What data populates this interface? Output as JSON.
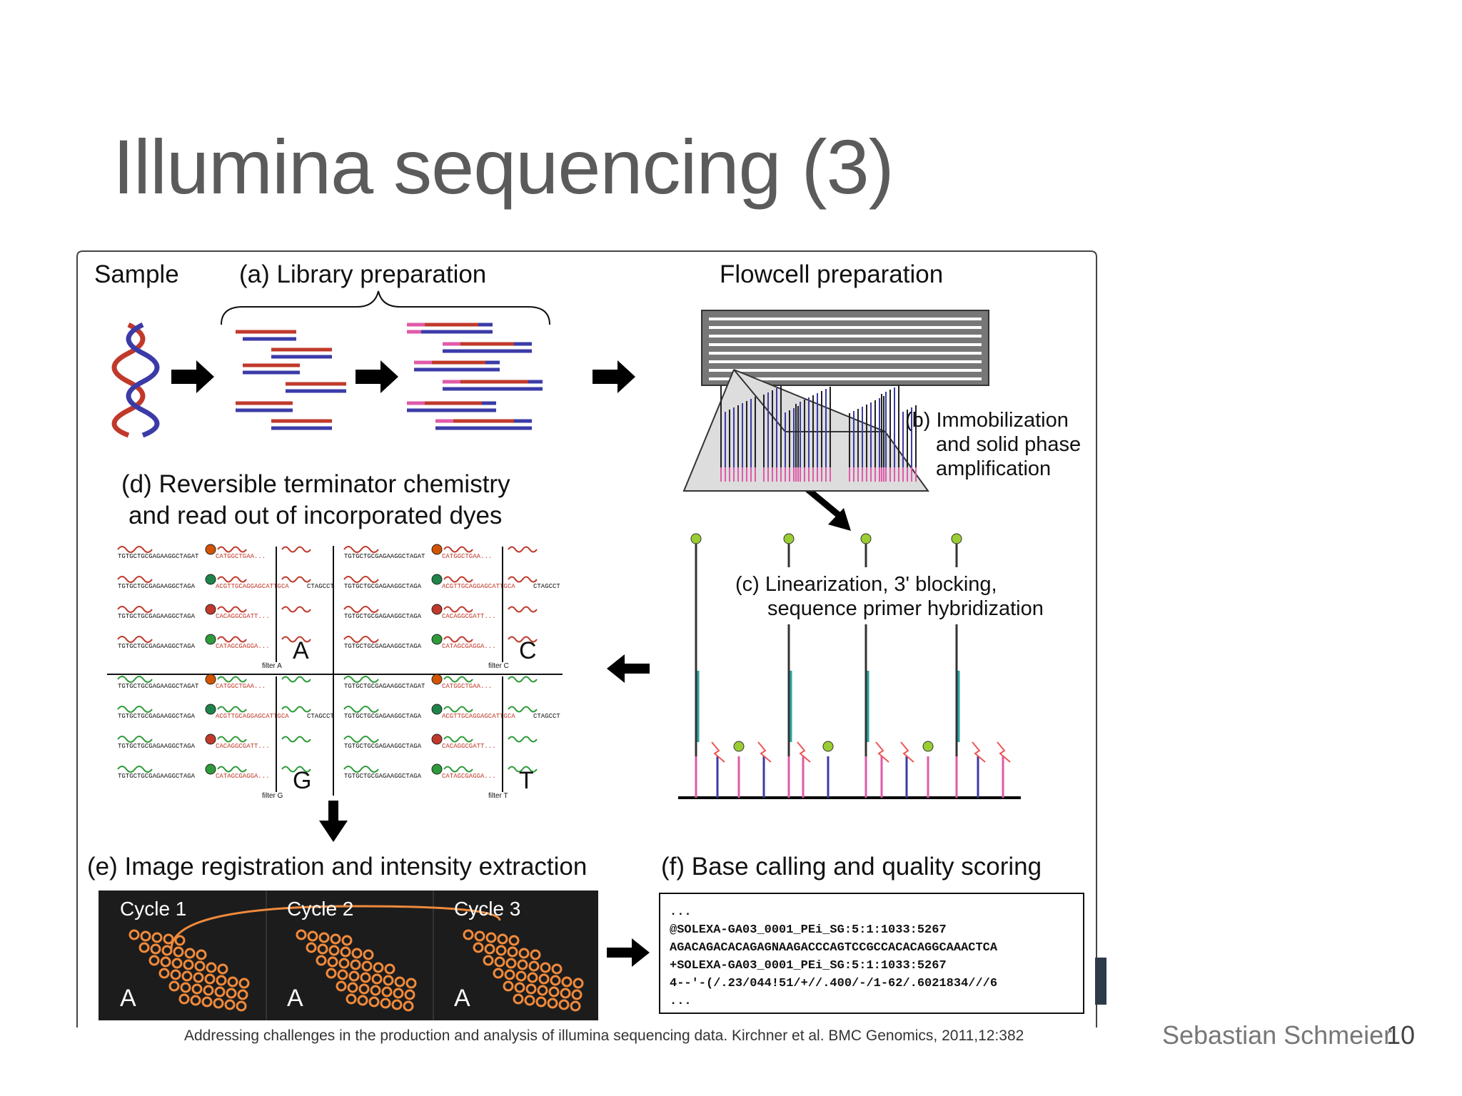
{
  "slide": {
    "title": "Illumina sequencing (3)",
    "author": "Sebastian Schmeier",
    "page_number": "10",
    "citation": "Addressing challenges in the production and analysis of illumina sequencing data. Kirchner et al. BMC Genomics, 2011,12:382"
  },
  "figure": {
    "sample_label": "Sample",
    "library_label": "(a) Library preparation",
    "flowcell_label": "Flowcell preparation",
    "immobilization_label": [
      "(b) Immobilization",
      "and solid phase",
      "amplification"
    ],
    "linearization_label": [
      "(c) Linearization, 3' blocking,",
      "sequence primer hybridization"
    ],
    "terminator_label": [
      "(d) Reversible terminator chemistry",
      "and read out of incorporated dyes"
    ],
    "image_label": "(e) Image registration and intensity extraction",
    "basecall_label": "(f) Base calling and quality scoring",
    "quadrants": [
      {
        "base": "A",
        "filter": "filter A"
      },
      {
        "base": "C",
        "filter": "filter C"
      },
      {
        "base": "G",
        "filter": "filter G"
      },
      {
        "base": "T",
        "filter": "filter T"
      }
    ],
    "seq_rows": [
      {
        "black": "TGTGCTGCGAGAAGGCTAGAT",
        "red": "CATGGCTGAA..."
      },
      {
        "black": "TGTGCTGCGAGAAGGCTAGA",
        "red": "ACGTTGCAGGAGCATTGCA",
        "tail": "CTAGCCT"
      },
      {
        "black": "TGTGCTGCGAGAAGGCTAGA",
        "red": "CACAGGCGATT..."
      },
      {
        "black": "TGTGCTGCGAGAAGGCTAGA",
        "red": "CATAGCGAGGA..."
      }
    ],
    "cycles": [
      {
        "label": "Cycle 1",
        "base": "A"
      },
      {
        "label": "Cycle 2",
        "base": "A"
      },
      {
        "label": "Cycle 3",
        "base": "A"
      }
    ],
    "fastq_lines": [
      "...",
      "@SOLEXA-GA03_0001_PEi_SG:5:1:1033:5267",
      "AGACAGACACAGAGNAAGACCCAGTCCGCCACACAGGCAAACTCA",
      "+SOLEXA-GA03_0001_PEi_SG:5:1:1033:5267",
      "4--'-(/.23/044!51/+//.400/-/1-62/.6021834///6",
      "..."
    ]
  },
  "colors": {
    "title": "#5b5b5b",
    "red_strand": "#c0392b",
    "blue_strand": "#3b3ba8",
    "pink": "#e05aa8",
    "orange": "#f08a3c",
    "green": "#2e9b3a",
    "cyan": "#2aa5a5"
  }
}
